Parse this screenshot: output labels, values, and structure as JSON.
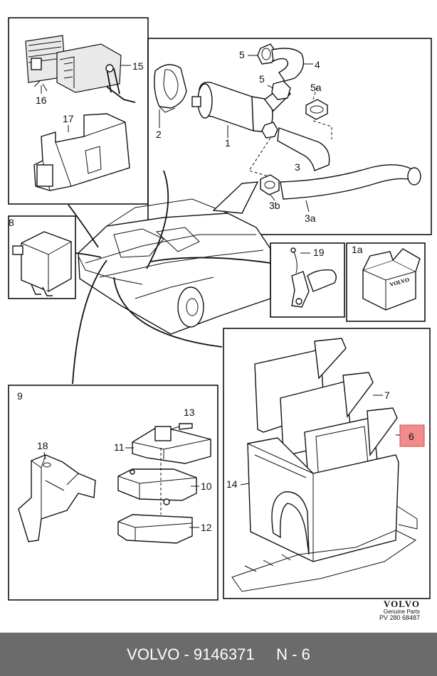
{
  "labels": {
    "l1": "1",
    "l2": "2",
    "l3": "3",
    "l3a": "3a",
    "l3b": "3b",
    "l4": "4",
    "l5a": "5",
    "l5b": "5",
    "l5c": "5a",
    "l6": "6",
    "l7": "7",
    "l8": "8",
    "l9": "9",
    "l10": "10",
    "l11": "11",
    "l12": "12",
    "l13": "13",
    "l14": "14",
    "l15": "15",
    "l16": "16",
    "l17": "17",
    "l18": "18",
    "l19": "19",
    "l1a": "1a"
  },
  "box_brand": "VOLVO",
  "highlight_color": "#f28b8b",
  "brand": {
    "name": "VOLVO",
    "subtitle": "Genuine Parts",
    "code": "PV 280 68487"
  },
  "footer": {
    "brand": "VOLVO",
    "sep": " - ",
    "part_number": "9146371",
    "position": "N - 6"
  }
}
